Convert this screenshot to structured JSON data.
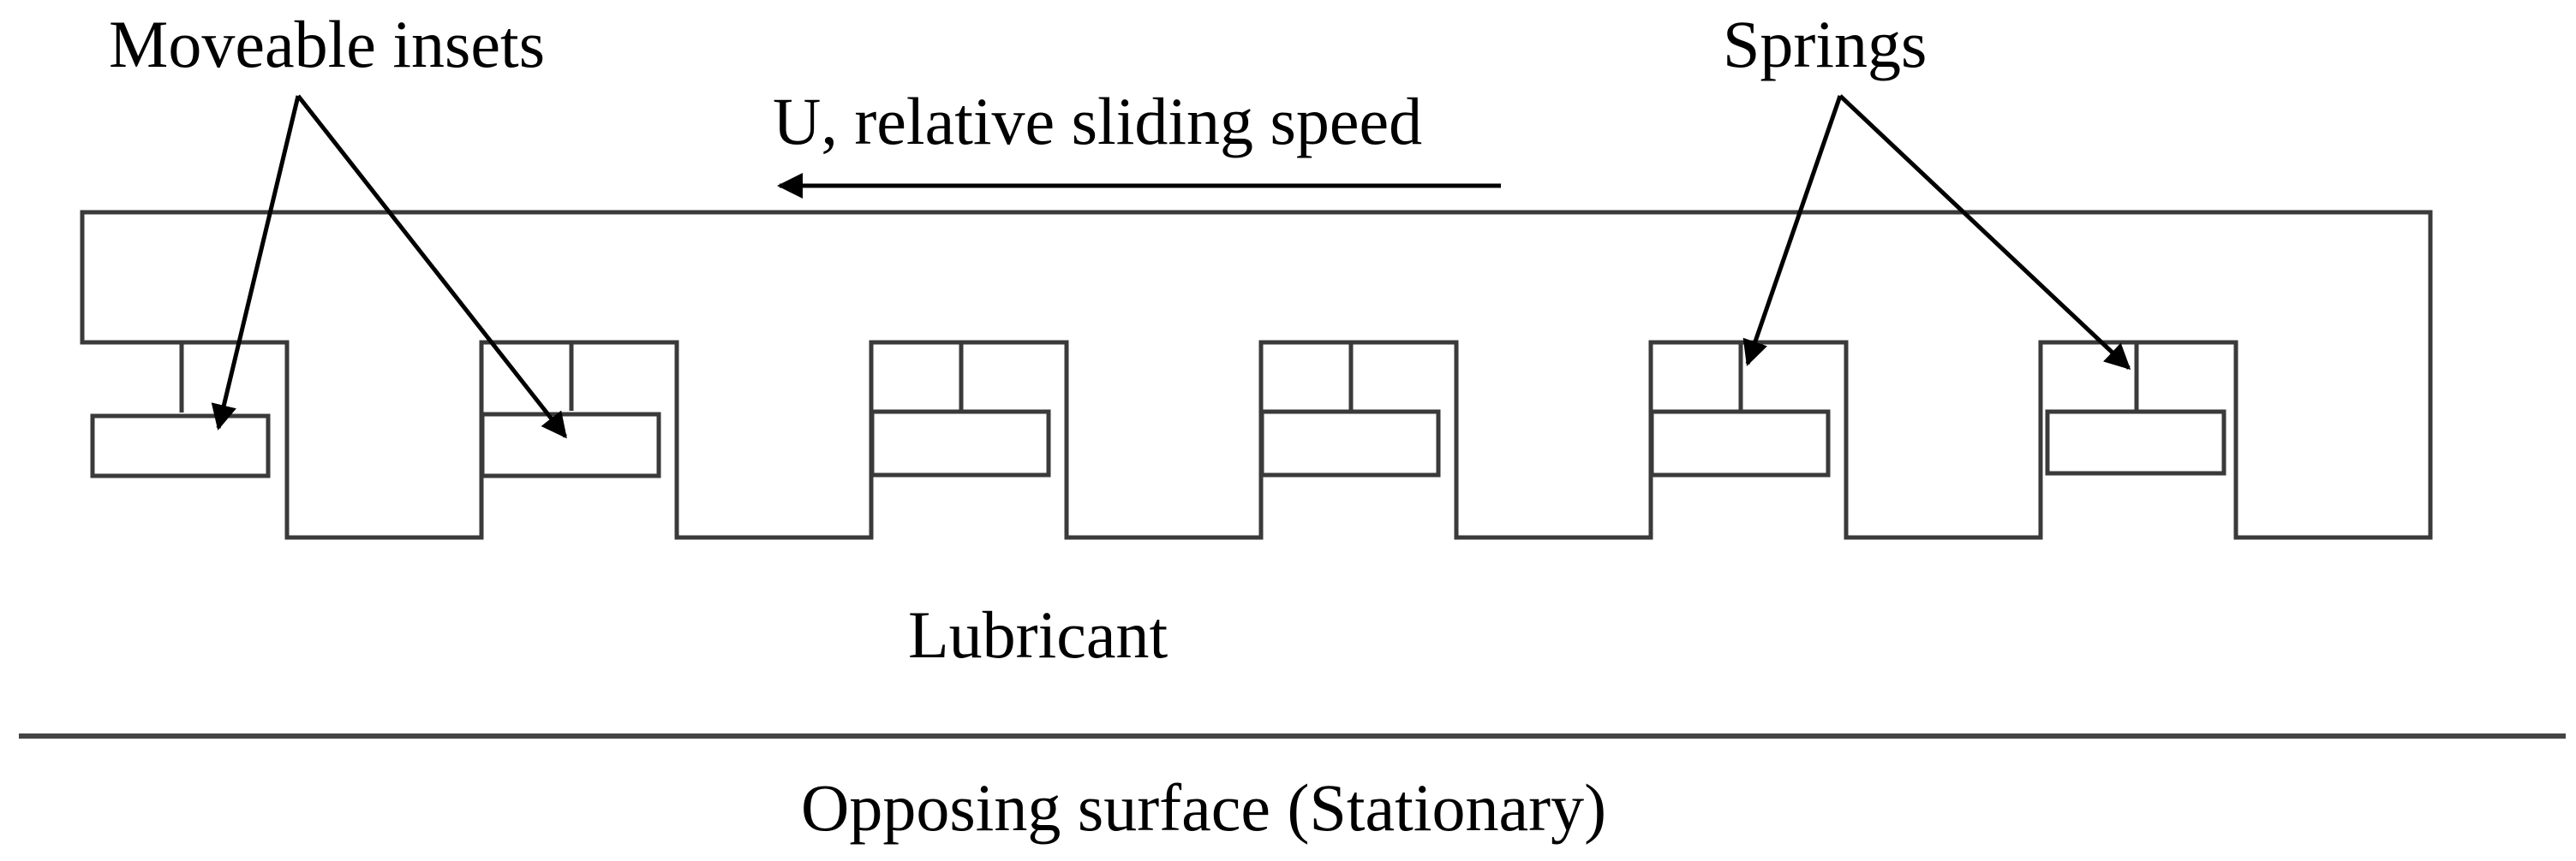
{
  "labels": {
    "moveable_insets": "Moveable insets",
    "springs": "Springs",
    "sliding_speed": "U, relative sliding speed",
    "lubricant": "Lubricant",
    "opposing_surface": "Opposing surface (Stationary)"
  },
  "colors": {
    "line": "#3a3a3a",
    "arrow": "#000000",
    "background": "#ffffff"
  },
  "cells": [
    {
      "name": "cell-1"
    },
    {
      "name": "cell-2"
    },
    {
      "name": "cell-3"
    },
    {
      "name": "cell-4"
    },
    {
      "name": "cell-5"
    },
    {
      "name": "cell-6"
    }
  ]
}
